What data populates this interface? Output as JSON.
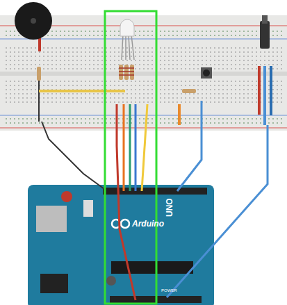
{
  "diagram": {
    "labels": [
      "Arduino",
      "UNO",
      "POWER"
    ]
  }
}
